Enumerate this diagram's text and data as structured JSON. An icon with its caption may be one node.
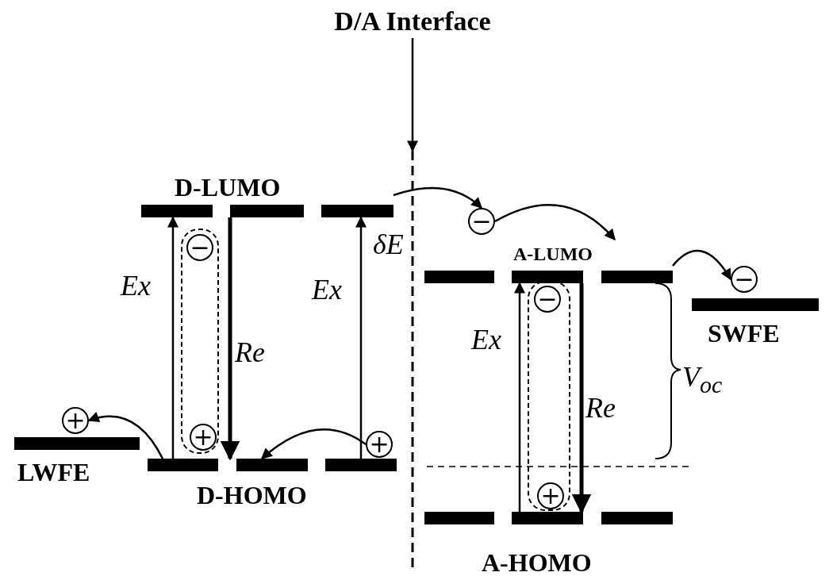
{
  "diagram": {
    "nodes": [
      {
        "text": [
          "D/A Interface"
        ]
      },
      {
        "text": [],
        "shape": "line"
      },
      {
        "text": [
          "D-LUMO"
        ]
      },
      {
        "text": [
          "A-LUMO"
        ]
      },
      {
        "text": [],
        "shape": "box"
      },
      {
        "text": [
          "−"
        ],
        "in": 4
      },
      {
        "text": [
          "+"
        ],
        "in": 4
      },
      {
        "text": [
          "−"
        ]
      },
      {
        "text": [
          "−"
        ]
      },
      {
        "text": [
          "SWFE"
        ]
      },
      {
        "text": [],
        "shape": "box"
      },
      {
        "text": [
          "−"
        ],
        "in": 10
      },
      {
        "text": [
          "+"
        ],
        "in": 10
      },
      {
        "text": [
          "+"
        ]
      },
      {
        "text": [
          "LWFE"
        ]
      },
      {
        "text": [
          "D-HOMO"
        ]
      },
      {
        "text": [
          "+"
        ]
      },
      {
        "text": [
          "A-HOMO"
        ]
      }
    ],
    "edges": [
      {
        "from": 0,
        "to": 1,
        "arrow": "to"
      },
      {
        "from": 15,
        "to": 2,
        "arrow": "to",
        "label": "Ex"
      },
      {
        "from": 2,
        "to": 15,
        "arrow": "to",
        "label": "Re",
        "style": "thick"
      },
      {
        "from": 15,
        "to": 2,
        "arrow": "to",
        "label": "Ex"
      },
      {
        "from": 2,
        "to": 7,
        "arrow": "to"
      },
      {
        "from": 7,
        "to": 3,
        "arrow": "to"
      },
      {
        "from": 3,
        "to": 8,
        "arrow": "to"
      },
      {
        "from": 17,
        "to": 3,
        "arrow": "to",
        "label": "Ex"
      },
      {
        "from": 3,
        "to": 17,
        "arrow": "to",
        "label": "Re",
        "style": "thick"
      },
      {
        "from": 16,
        "to": 15,
        "arrow": "to"
      },
      {
        "from": 15,
        "to": 13,
        "arrow": "to"
      }
    ],
    "labels": [
      "δE",
      "V$_{oc}$"
    ]
  }
}
